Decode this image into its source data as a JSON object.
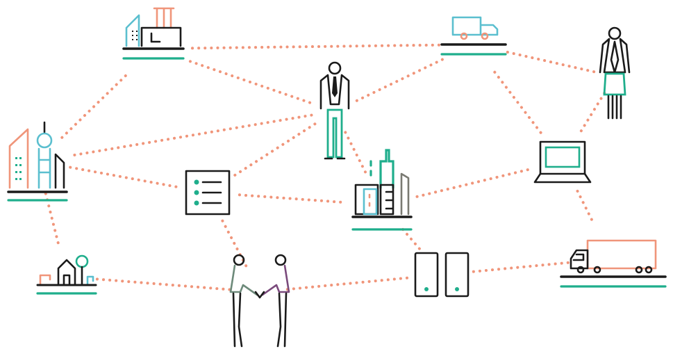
{
  "diagram": {
    "colors": {
      "connector": "#f0957a",
      "ink": "#1a1a1a",
      "green": "#1fae8c",
      "blue": "#5bbfcf",
      "coral": "#f0957a",
      "gray": "#7a7a72",
      "purple": "#7a4a7c"
    },
    "nodes": [
      {
        "id": "factory",
        "icon": "factory-icon"
      },
      {
        "id": "delivery-van",
        "icon": "van-icon"
      },
      {
        "id": "businesswoman",
        "icon": "businesswoman-icon"
      },
      {
        "id": "businessman",
        "icon": "businessman-icon"
      },
      {
        "id": "city-tower",
        "icon": "city-tower-icon"
      },
      {
        "id": "checklist",
        "icon": "checklist-icon"
      },
      {
        "id": "office-buildings",
        "icon": "office-buildings-icon"
      },
      {
        "id": "laptop",
        "icon": "laptop-icon"
      },
      {
        "id": "house",
        "icon": "house-icon"
      },
      {
        "id": "handshake",
        "icon": "handshake-icon"
      },
      {
        "id": "servers",
        "icon": "servers-icon"
      },
      {
        "id": "truck",
        "icon": "truck-icon"
      }
    ],
    "links": [
      [
        "factory",
        "delivery-van"
      ],
      [
        "factory",
        "businessman"
      ],
      [
        "factory",
        "city-tower"
      ],
      [
        "delivery-van",
        "businesswoman"
      ],
      [
        "delivery-van",
        "businessman"
      ],
      [
        "delivery-van",
        "laptop"
      ],
      [
        "businesswoman",
        "laptop"
      ],
      [
        "businessman",
        "city-tower"
      ],
      [
        "businessman",
        "checklist"
      ],
      [
        "businessman",
        "office-buildings"
      ],
      [
        "city-tower",
        "checklist"
      ],
      [
        "city-tower",
        "house"
      ],
      [
        "checklist",
        "office-buildings"
      ],
      [
        "checklist",
        "handshake"
      ],
      [
        "office-buildings",
        "laptop"
      ],
      [
        "office-buildings",
        "servers"
      ],
      [
        "laptop",
        "truck"
      ],
      [
        "house",
        "handshake"
      ],
      [
        "handshake",
        "servers"
      ],
      [
        "servers",
        "truck"
      ]
    ]
  }
}
